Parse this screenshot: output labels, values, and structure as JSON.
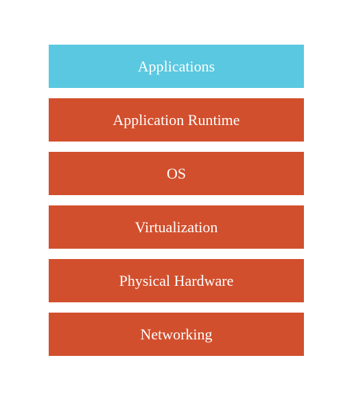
{
  "colors": {
    "highlight": "#5ac8e0",
    "layer": "#d24f2d",
    "text": "#ffffff"
  },
  "layers": [
    {
      "label": "Applications",
      "highlight": true
    },
    {
      "label": "Application Runtime",
      "highlight": false
    },
    {
      "label": "OS",
      "highlight": false
    },
    {
      "label": "Virtualization",
      "highlight": false
    },
    {
      "label": "Physical Hardware",
      "highlight": false
    },
    {
      "label": "Networking",
      "highlight": false
    }
  ]
}
